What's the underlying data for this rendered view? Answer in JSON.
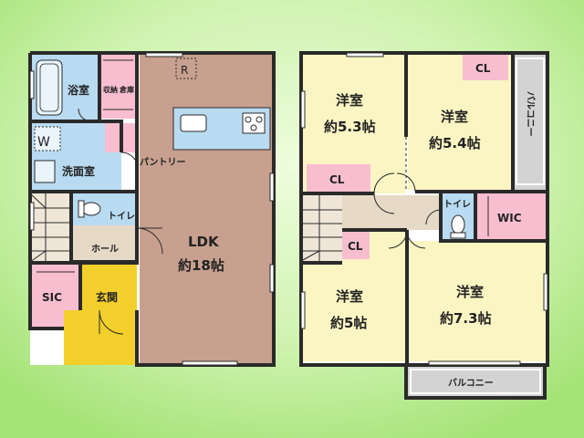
{
  "colors": {
    "bg_light": "#e9fcd6",
    "bg_dark": "#a9e77d",
    "bath": "#b9dbf1",
    "closet": "#f8bed0",
    "room": "#fbf5c4",
    "ldk": "#c8a08f",
    "entry": "#f3cf2c",
    "stair": "#e6d9c6",
    "balcony": "#d3d3d3",
    "kitchen": "#b9dbf1"
  },
  "floor1": {
    "bath": "浴室",
    "storage": "収納",
    "storage2": "倉庫",
    "washer": "W",
    "washroom": "洗面室",
    "pantry": "パントリー",
    "toilet": "トイレ",
    "hall": "ホール",
    "sic": "SIC",
    "entrance": "玄関",
    "ldk": "LDK",
    "ldk_size": "約18帖",
    "fridge": "R"
  },
  "floor2": {
    "room1": "洋室",
    "room1_size": "約5.3帖",
    "room2": "洋室",
    "room2_size": "約5.4帖",
    "room3": "洋室",
    "room3_size": "約5帖",
    "room4": "洋室",
    "room4_size": "約7.3帖",
    "cl1": "CL",
    "cl2": "CL",
    "cl3": "CL",
    "toilet": "トイレ",
    "wic": "WIC",
    "balcony_side": "バルコニー",
    "balcony_bottom": "バルコニー"
  }
}
